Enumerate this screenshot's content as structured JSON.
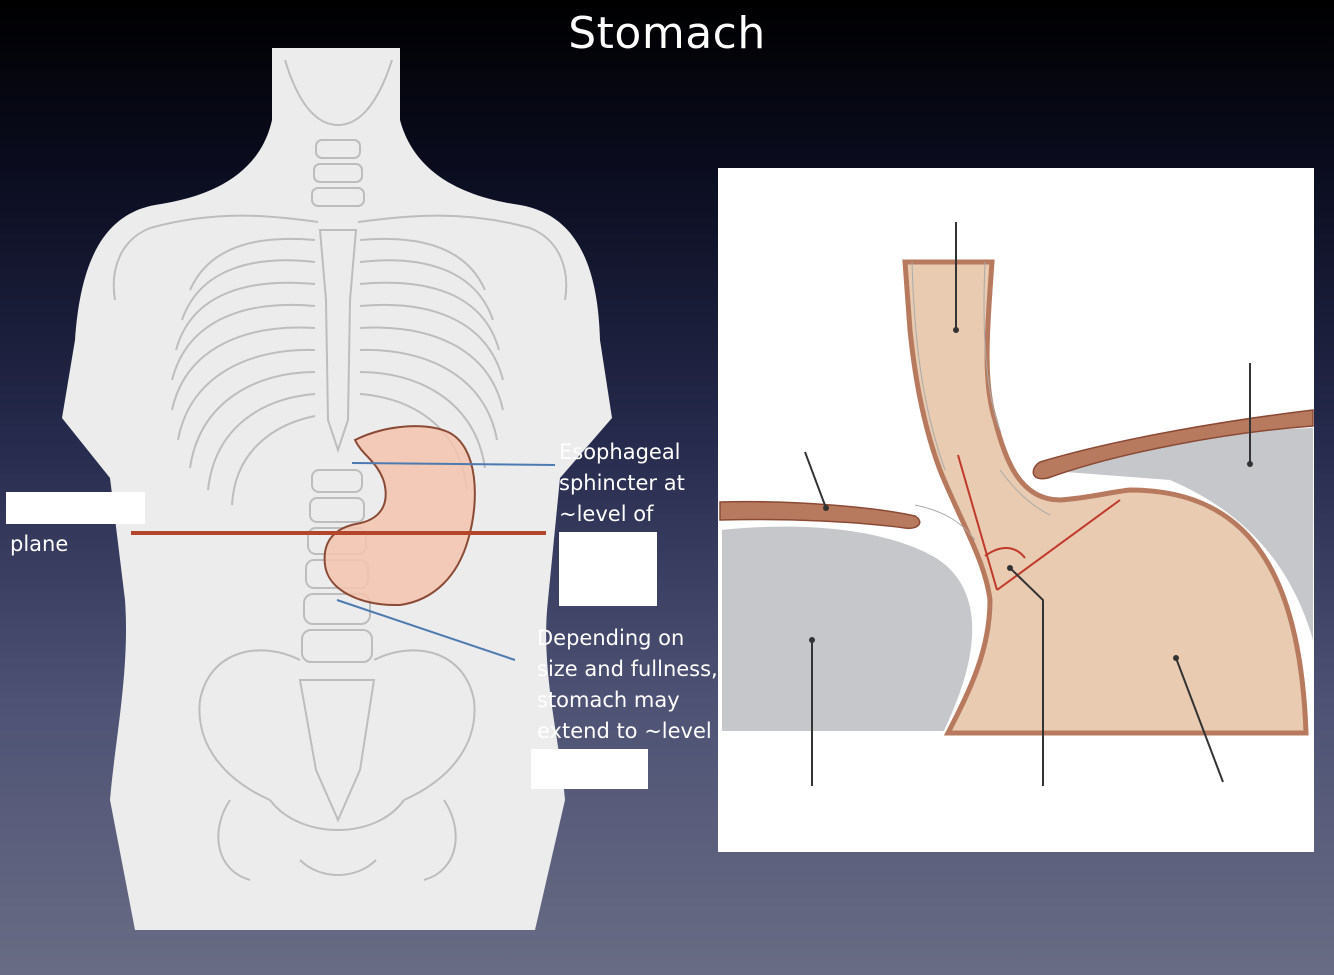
{
  "slide": {
    "title": "Stomach",
    "label_plane": "plane",
    "label_esophageal": [
      "Esophageal",
      "sphincter at",
      "~level of"
    ],
    "label_depending": [
      "Depending on",
      "size and fullness,",
      "stomach may",
      "extend to ~level"
    ]
  },
  "colors": {
    "skin": "#ececec",
    "bone_line": "#bdbdbd",
    "stomach_fill": "#f3c4ae",
    "stomach_outline": "#8a4a35",
    "transpyloric_line": "#b3452b",
    "pointer_line": "#4d7ab0",
    "esophagus_fill": "#e8cbb0",
    "muscle_band": "#b87a5e",
    "organ_grey": "#c5c7cb"
  }
}
